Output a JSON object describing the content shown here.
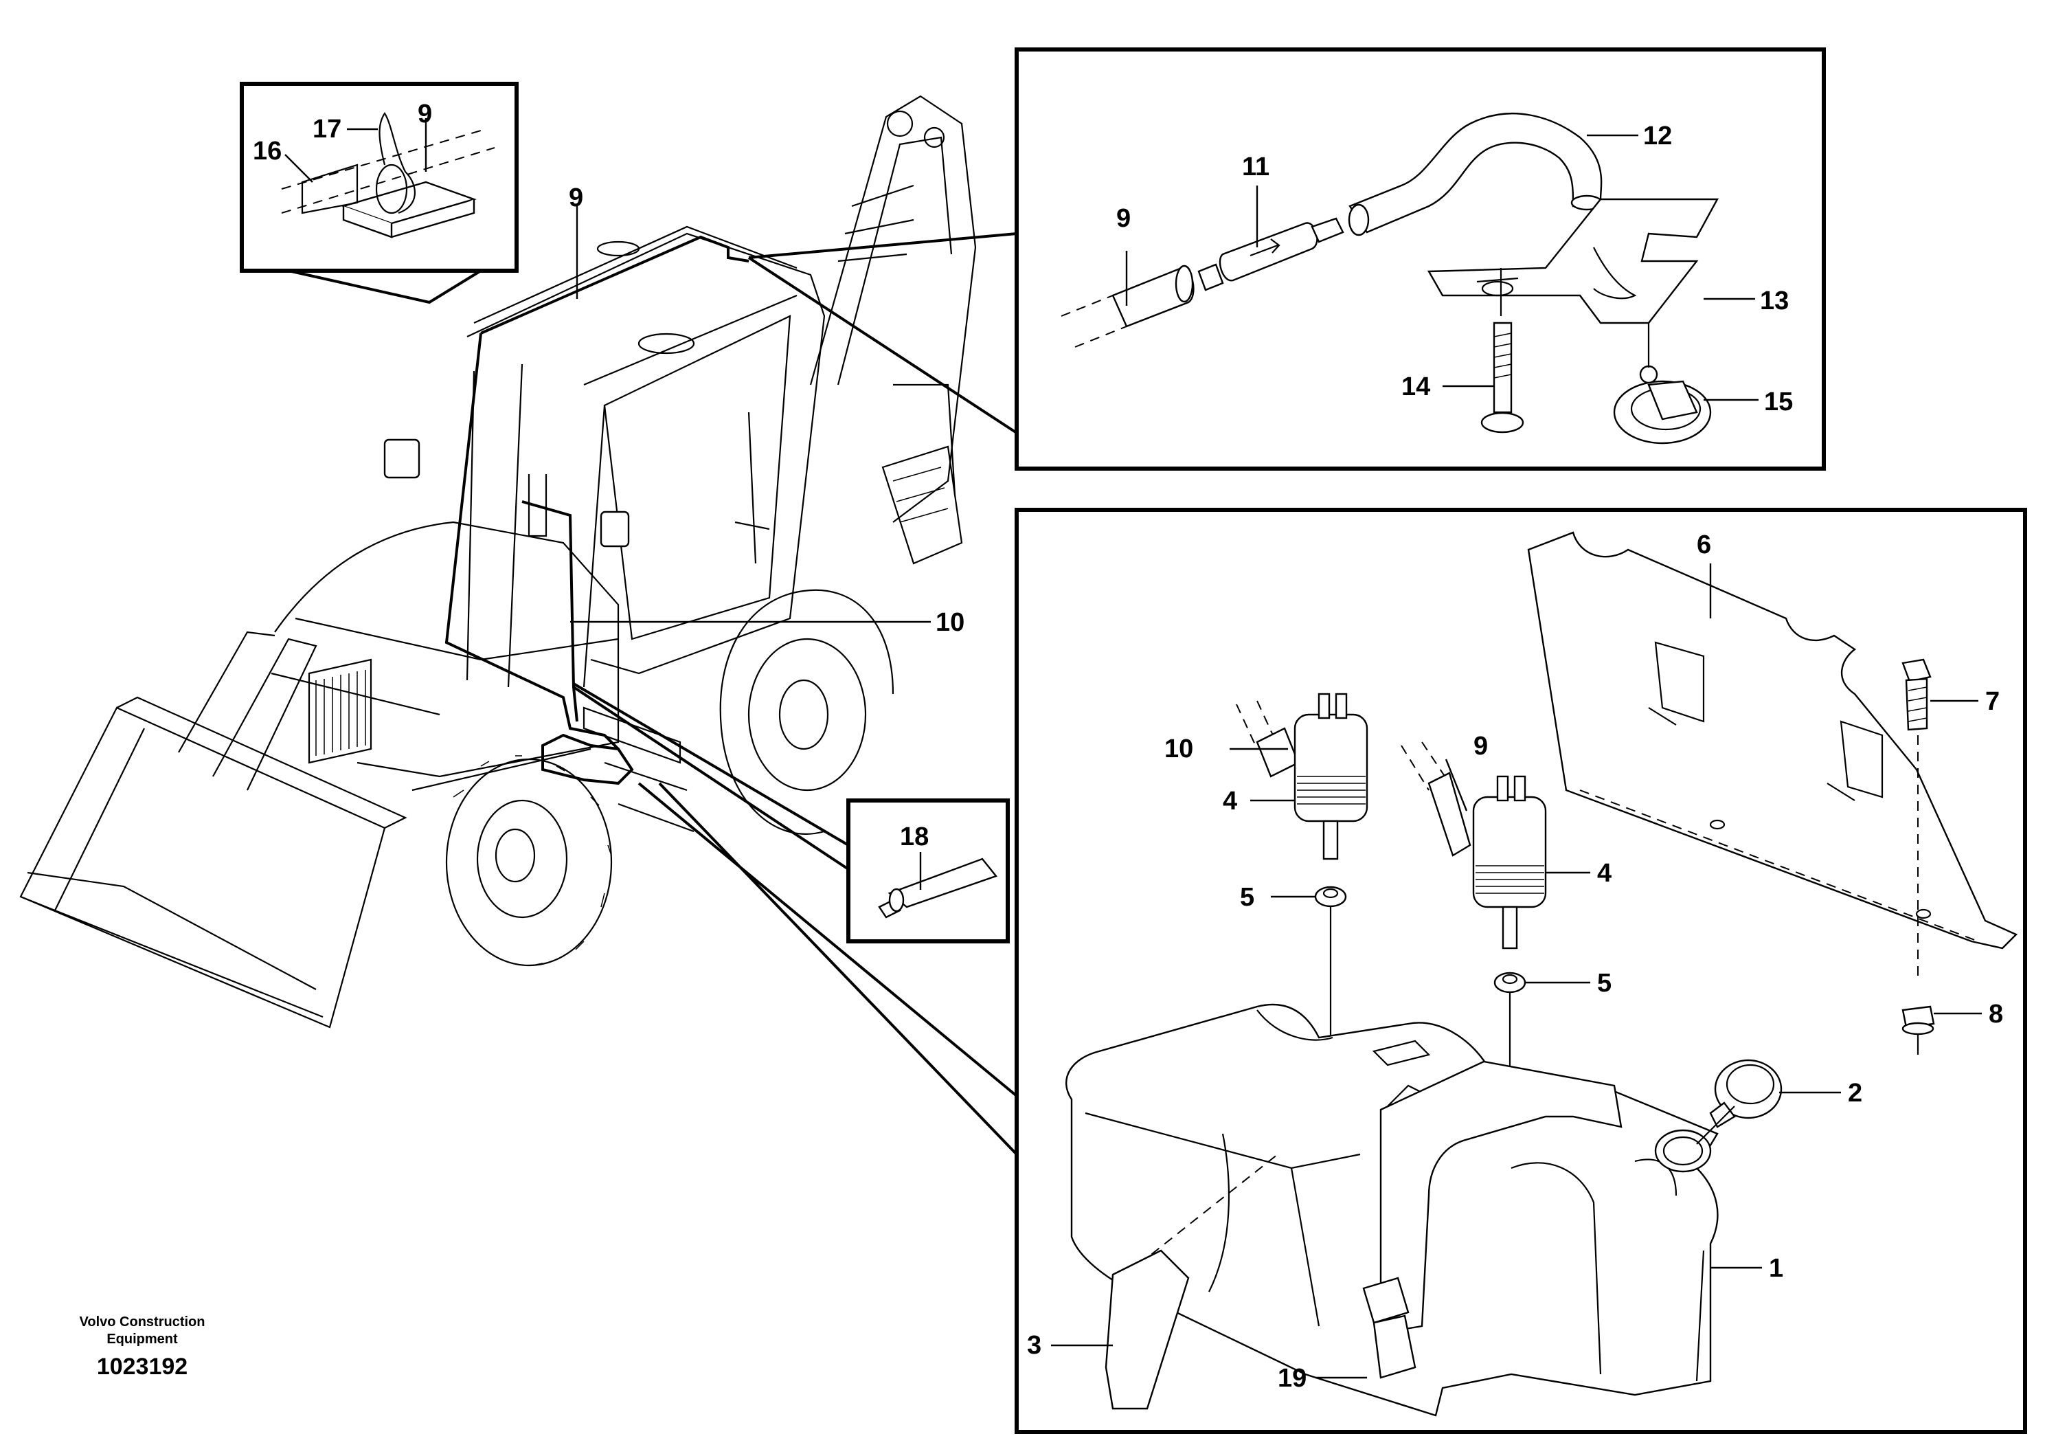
{
  "brand": {
    "company_line1": "Volvo Construction",
    "company_line2": "Equipment"
  },
  "drawing_id": "1023192",
  "callouts": {
    "c1": "1",
    "c2": "2",
    "c3": "3",
    "c4a": "4",
    "c4b": "4",
    "c5a": "5",
    "c5b": "5",
    "c6": "6",
    "c7": "7",
    "c8": "8",
    "c9_clip": "9",
    "c9_machine": "9",
    "c9_hose": "9",
    "c9_pump": "9",
    "c10_machine": "10",
    "c10_pump": "10",
    "c11": "11",
    "c12": "12",
    "c13": "13",
    "c14": "14",
    "c15": "15",
    "c16": "16",
    "c17": "17",
    "c18": "18",
    "c19": "19"
  }
}
